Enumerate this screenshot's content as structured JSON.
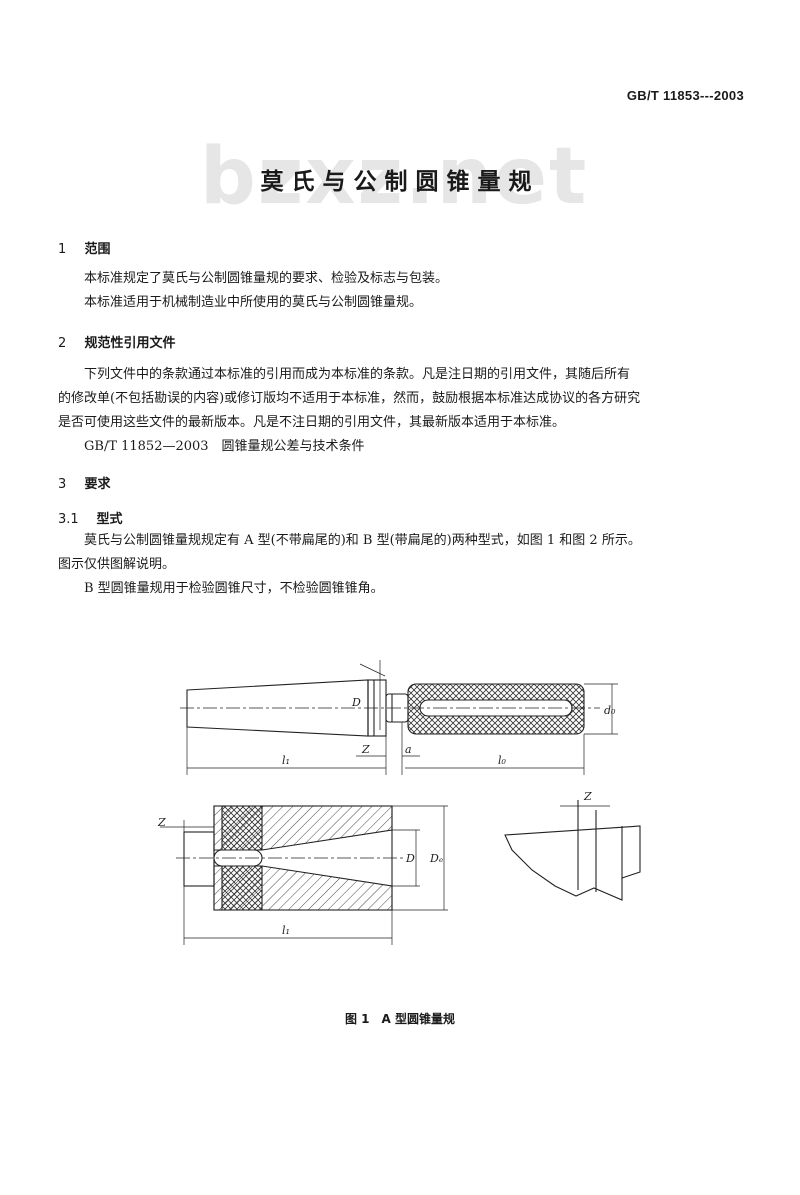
{
  "header": {
    "standard_code": "GB/T 11853---2003"
  },
  "watermark": "bzxz.net",
  "title": "莫氏与公制圆锥量规",
  "sections": {
    "s1": {
      "num": "1",
      "heading": "范围",
      "p1": "本标准规定了莫氏与公制圆锥量规的要求、检验及标志与包装。",
      "p2": "本标准适用于机械制造业中所使用的莫氏与公制圆锥量规。"
    },
    "s2": {
      "num": "2",
      "heading": "规范性引用文件",
      "p1_line1": "下列文件中的条款通过本标准的引用而成为本标准的条款。凡是注日期的引用文件，其随后所有",
      "p1_line2": "的修改单(不包括勘误的内容)或修订版均不适用于本标准，然而，鼓励根据本标准达成协议的各方研究",
      "p1_line3": "是否可使用这些文件的最新版本。凡是不注日期的引用文件，其最新版本适用于本标准。",
      "ref": "GB/T 11852—2003　圆锥量规公差与技术条件"
    },
    "s3": {
      "num": "3",
      "heading": "要求"
    },
    "s31": {
      "num": "3.1",
      "heading": "型式",
      "p1_line1": "莫氏与公制圆锥量规规定有 A 型(不带扁尾的)和 B 型(带扁尾的)两种型式，如图 1 和图 2 所示。",
      "p1_line2": "图示仅供图解说明。",
      "p2": "B 型圆锥量规用于检验圆锥尺寸，不检验圆锥锥角。"
    }
  },
  "figure": {
    "caption": "图 1　A 型圆锥量规",
    "labels": {
      "D": "D",
      "Z": "Z",
      "a": "a",
      "d0": "d₀",
      "l1": "l₁",
      "l0": "l₀",
      "De": "Dₑ"
    }
  }
}
